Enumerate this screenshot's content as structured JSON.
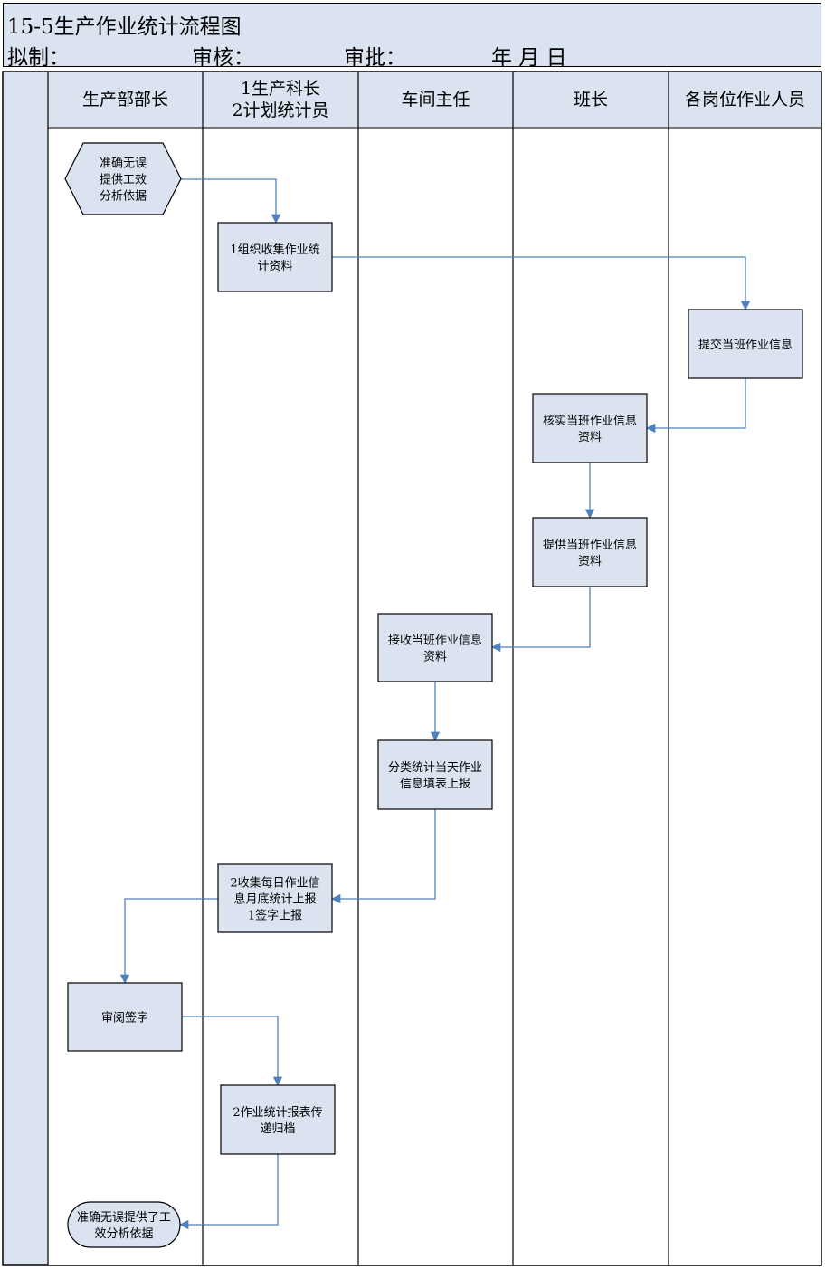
{
  "header": {
    "title": "15-5生产作业统计流程图",
    "prepared_by": "拟制：",
    "reviewed_by": "审核：",
    "approved_by": "审批：",
    "date": "年  月  日"
  },
  "lanes": [
    {
      "id": "l1",
      "label": [
        "生产部部长"
      ]
    },
    {
      "id": "l2",
      "label": [
        "1生产科长",
        "2计划统计员"
      ]
    },
    {
      "id": "l3",
      "label": [
        "车间主任"
      ]
    },
    {
      "id": "l4",
      "label": [
        "班长"
      ]
    },
    {
      "id": "l5",
      "label": [
        "各岗位作业人员"
      ]
    }
  ],
  "nodes": [
    {
      "id": "n1",
      "shape": "hexagon",
      "lines": [
        "准确无误",
        "提供工效",
        "分析依据"
      ]
    },
    {
      "id": "n2",
      "shape": "rect",
      "lines": [
        "1组织收集作业统",
        "计资料"
      ]
    },
    {
      "id": "n3",
      "shape": "rect",
      "lines": [
        "提交当班作业信息"
      ]
    },
    {
      "id": "n4",
      "shape": "rect",
      "lines": [
        "核实当班作业信息",
        "资料"
      ]
    },
    {
      "id": "n5",
      "shape": "rect",
      "lines": [
        "提供当班作业信息",
        "资料"
      ]
    },
    {
      "id": "n6",
      "shape": "rect",
      "lines": [
        "接收当班作业信息",
        "资料"
      ]
    },
    {
      "id": "n7",
      "shape": "rect",
      "lines": [
        "分类统计当天作业",
        "信息填表上报"
      ]
    },
    {
      "id": "n8",
      "shape": "rect",
      "lines": [
        "2收集每日作业信",
        "息月底统计上报",
        "1签字上报"
      ]
    },
    {
      "id": "n9",
      "shape": "rect",
      "lines": [
        "审阅签字"
      ]
    },
    {
      "id": "n10",
      "shape": "rect",
      "lines": [
        "2作业统计报表传",
        "递归档"
      ]
    },
    {
      "id": "n11",
      "shape": "terminal",
      "lines": [
        "准确无误提供了工",
        "效分析依据"
      ]
    }
  ],
  "edges": [
    {
      "from": "n1",
      "to": "n2"
    },
    {
      "from": "n2",
      "to": "n3"
    },
    {
      "from": "n3",
      "to": "n4"
    },
    {
      "from": "n4",
      "to": "n5"
    },
    {
      "from": "n5",
      "to": "n6"
    },
    {
      "from": "n6",
      "to": "n7"
    },
    {
      "from": "n7",
      "to": "n8"
    },
    {
      "from": "n8",
      "to": "n9"
    },
    {
      "from": "n9",
      "to": "n10"
    },
    {
      "from": "n10",
      "to": "n11"
    }
  ],
  "colors": {
    "fill": "#dbe3f1",
    "border": "#000000",
    "arrow": "#4f81bd"
  }
}
